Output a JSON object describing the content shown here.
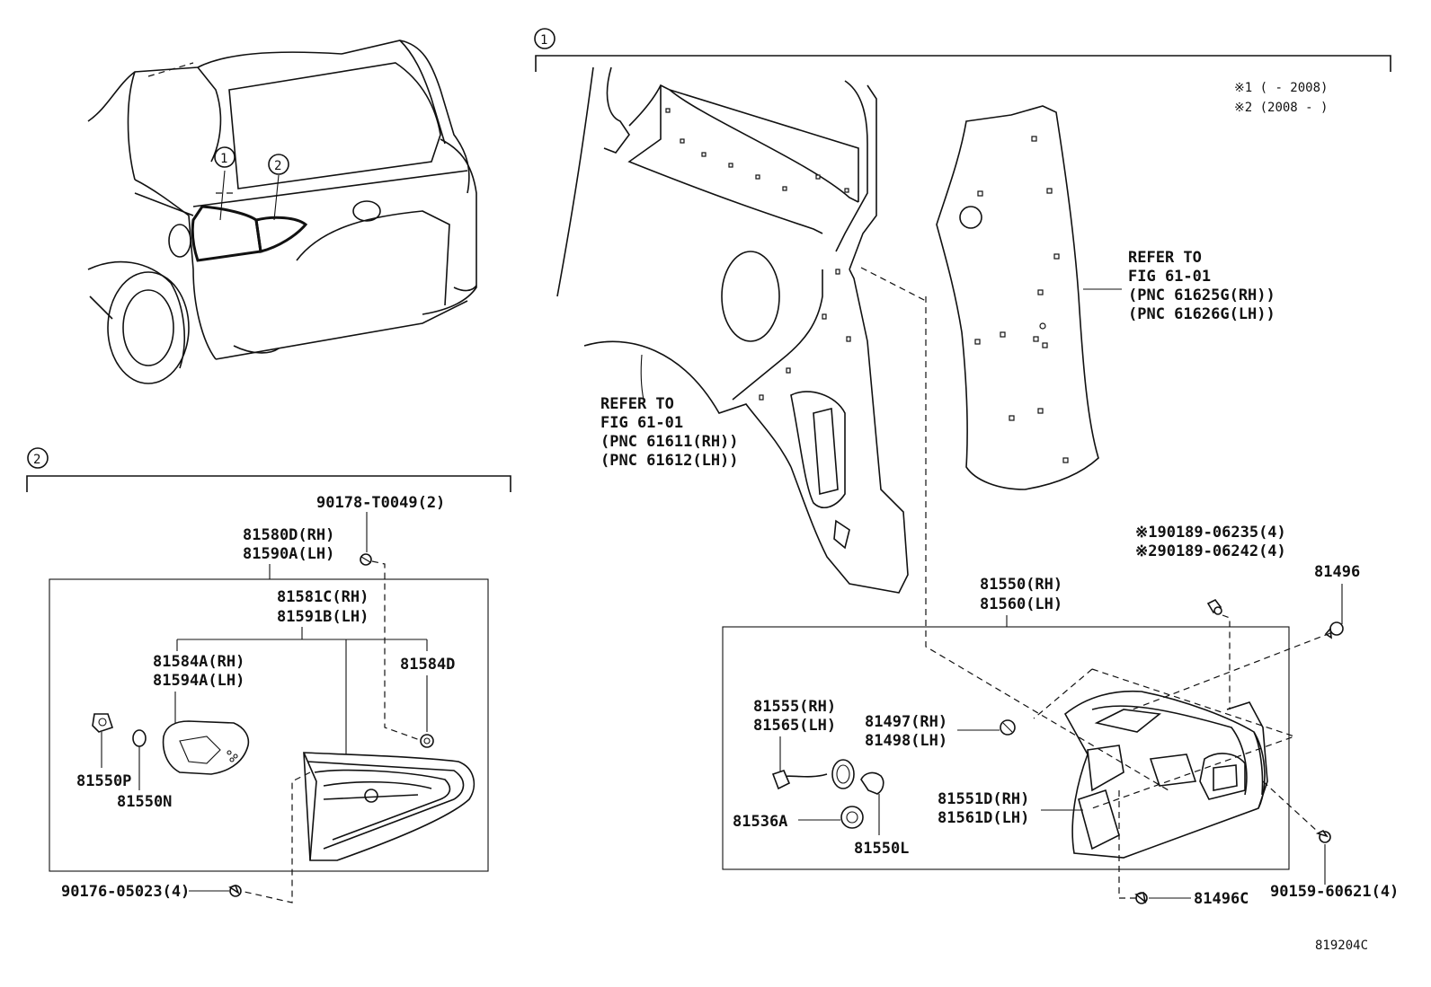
{
  "section_markers": {
    "one": "1",
    "two": "2"
  },
  "notes": {
    "note1": "※1 (    - 2008)",
    "note2": "※2 (2008 -    )"
  },
  "refer_quarter_panel": {
    "line1": "REFER TO",
    "line2": "FIG 61-01",
    "line3": "(PNC 61611(RH))",
    "line4": "(PNC 61612(LH))"
  },
  "refer_inner_panel": {
    "line1": "REFER TO",
    "line2": "FIG 61-01",
    "line3": "(PNC 61625G(RH))",
    "line4": "(PNC 61626G(LH))"
  },
  "parts_left": {
    "p90178": "90178-T0049(2)",
    "p81580d": "81580D(RH)",
    "p81590a": "81590A(LH)",
    "p81581c": "81581C(RH)",
    "p81591b": "81591B(LH)",
    "p81584a": "81584A(RH)",
    "p81594a": "81594A(LH)",
    "p81584d": "81584D",
    "p81550p": "81550P",
    "p81550n": "81550N",
    "p90176": "90176-05023(4)"
  },
  "parts_right": {
    "p90189_1": "※190189-06235(4)",
    "p90189_2": "※290189-06242(4)",
    "p81496": "81496",
    "p81550": "81550(RH)",
    "p81560": "81560(LH)",
    "p81555": "81555(RH)",
    "p81565": "81565(LH)",
    "p81497": "81497(RH)",
    "p81498": "81498(LH)",
    "p81551d": "81551D(RH)",
    "p81561d": "81561D(LH)",
    "p81536a": "81536A",
    "p81550l": "81550L",
    "p81496c": "81496C",
    "p90159": "90159-60621(4)"
  },
  "figure_number": "819204C",
  "icons": [
    "car-rear-view-icon",
    "quarter-panel-icon",
    "inner-panel-icon",
    "rear-lamp-inner-icon",
    "rear-lamp-outer-icon",
    "bulb-icon",
    "socket-icon",
    "clip-icon",
    "screw-icon"
  ]
}
